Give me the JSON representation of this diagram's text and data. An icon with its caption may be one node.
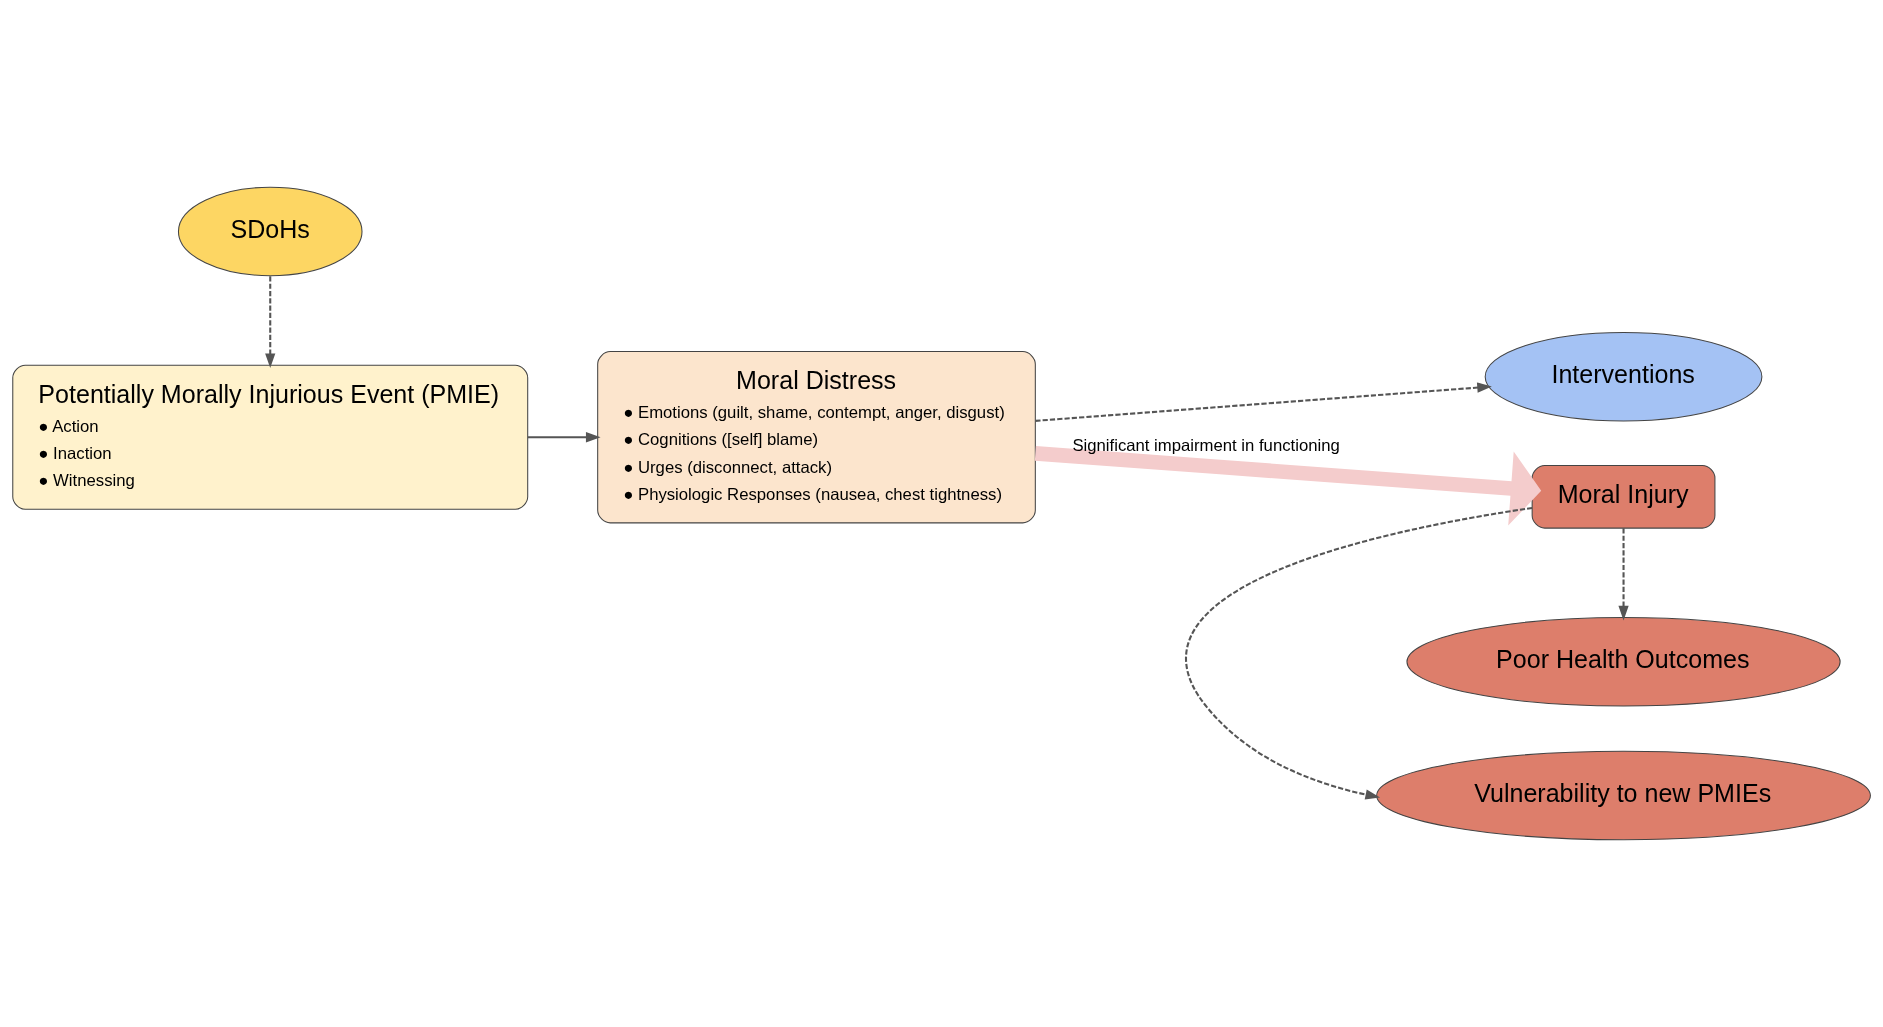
{
  "diagram": {
    "nodes": [
      {
        "text": [
          "SDoHs"
        ]
      },
      {
        "text": [
          "Potentially Morally Injurious Event (PMIE)",
          "● Action",
          "● Inaction",
          "● Witnessing"
        ]
      },
      {
        "text": [
          "Moral Distress",
          "● Emotions (guilt, shame, contempt, anger, disgust)",
          "● Cognitions ([self] blame)",
          "● Urges (disconnect, attack)",
          "● Physiologic Responses (nausea, chest tightness)"
        ]
      },
      {
        "text": [
          "Interventions"
        ]
      },
      {
        "text": [
          "Moral Injury"
        ]
      },
      {
        "text": [
          "Vulnerability to new PMIEs"
        ]
      },
      {
        "text": [
          "Poor Health Outcomes"
        ]
      }
    ],
    "edges": [
      {
        "from": 0,
        "to": 1,
        "arrow": "to",
        "style": "dashed"
      },
      {
        "from": 1,
        "to": 2,
        "arrow": "to"
      },
      {
        "from": 2,
        "to": 3,
        "arrow": "to",
        "style": "dashed"
      },
      {
        "from": 2,
        "to": 4,
        "arrow": "to",
        "label": "Significant impairment in functioning",
        "style": "thick",
        "color": "#f4cccc"
      },
      {
        "from": 4,
        "to": 5,
        "arrow": "to",
        "style": "dashed"
      },
      {
        "from": 4,
        "to": 6,
        "arrow": "to",
        "style": "dashed"
      }
    ]
  }
}
